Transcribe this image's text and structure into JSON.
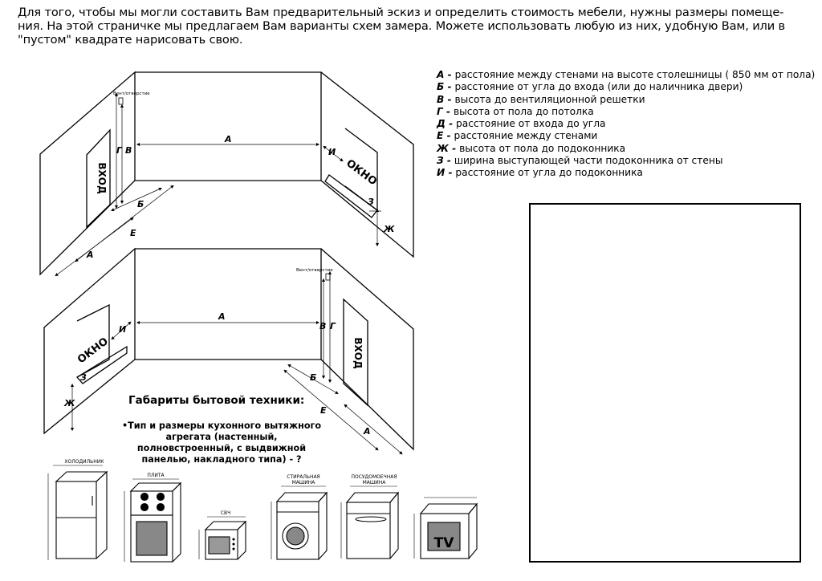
{
  "intro": {
    "line1": "Для того, чтобы мы могли составить Вам предварительный эскиз и определить стоимость мебели, нужны размеры помеще-",
    "line2": "ния. На этой страничке мы предлагаем Вам варианты схем замера. Можете использовать любую из них, удобную Вам, или в",
    "line3": "\"пустом\" квадрате нарисовать свою."
  },
  "legend": [
    {
      "key": "А -",
      "text": "расстояние между стенами на высоте столешницы (  850 мм от пола)"
    },
    {
      "key": "Б -",
      "text": "расстояние от угла до входа (или до наличника двери)"
    },
    {
      "key": "В -",
      "text": "высота до вентиляционной решетки"
    },
    {
      "key": "Г -",
      "text": "высота от пола до потолка"
    },
    {
      "key": "Д -",
      "text": "расстояние от входа до угла"
    },
    {
      "key": "Е -",
      "text": "расстояние между стенами"
    },
    {
      "key": "Ж -",
      "text": "высота от пола до подоконника"
    },
    {
      "key": "З -",
      "text": "ширина выступающей части  подоконника от стены"
    },
    {
      "key": "И -",
      "text": "расстояние от угла до подоконника"
    }
  ],
  "diagram_top": {
    "vent": "Вент/отверстие",
    "door": "ВХОД",
    "window": "ОКНО",
    "labels": {
      "a_wall": "А",
      "a_floor": "А",
      "b": "Б",
      "v": "В",
      "g": "Г",
      "e": "Е",
      "i": "И",
      "z": "З",
      "zh": "Ж"
    }
  },
  "diagram_bottom": {
    "vent": "Вент/отверстие",
    "door": "ВХОД",
    "window": "ОКНО",
    "labels": {
      "a_wall": "А",
      "a_floor": "А",
      "b": "Б",
      "v": "В",
      "g": "Г",
      "e": "Е",
      "i": "И",
      "z": "З",
      "zh": "Ж"
    }
  },
  "appliances": {
    "title": "Габариты бытовой техники:",
    "hood_note": "•Тип и размеры кухонного вытяжного агрегата    (настенный, полновстроенный,  с выдвижной панелью, накладного типа) - ?",
    "fridge": "ХОЛОДИЛЬНИК",
    "stove": "ПЛИТА",
    "microwave": "СВЧ",
    "washer_1": "СТИРАЛЬНАЯ",
    "washer_2": "МАШИНА",
    "dishwasher_1": "ПОСУДОМОЕЧНАЯ",
    "dishwasher_2": "МАШИНА",
    "tv": "TV"
  }
}
